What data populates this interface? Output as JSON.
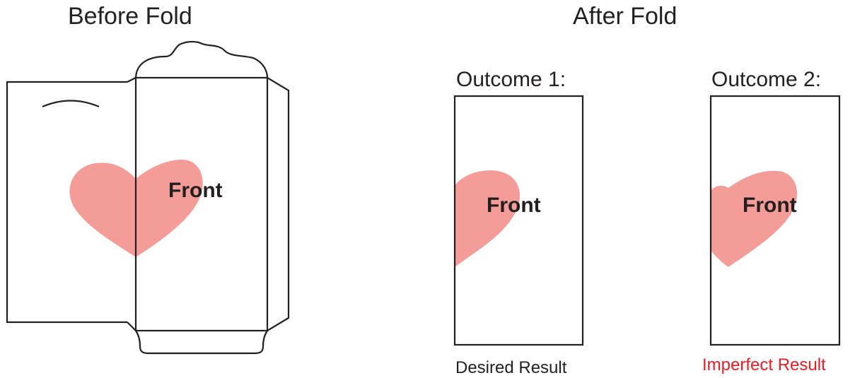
{
  "before": {
    "title": "Before Fold",
    "front_label": "Front"
  },
  "after": {
    "title": "After  Fold",
    "outcome1": {
      "label": "Outcome 1:",
      "front_label": "Front",
      "caption": "Desired Result"
    },
    "outcome2": {
      "label": "Outcome 2:",
      "front_label": "Front",
      "caption": "Imperfect Result"
    }
  },
  "colors": {
    "heart": "#f49c98",
    "ink": "#231f20",
    "imperfect_caption": "#ed1c24"
  }
}
